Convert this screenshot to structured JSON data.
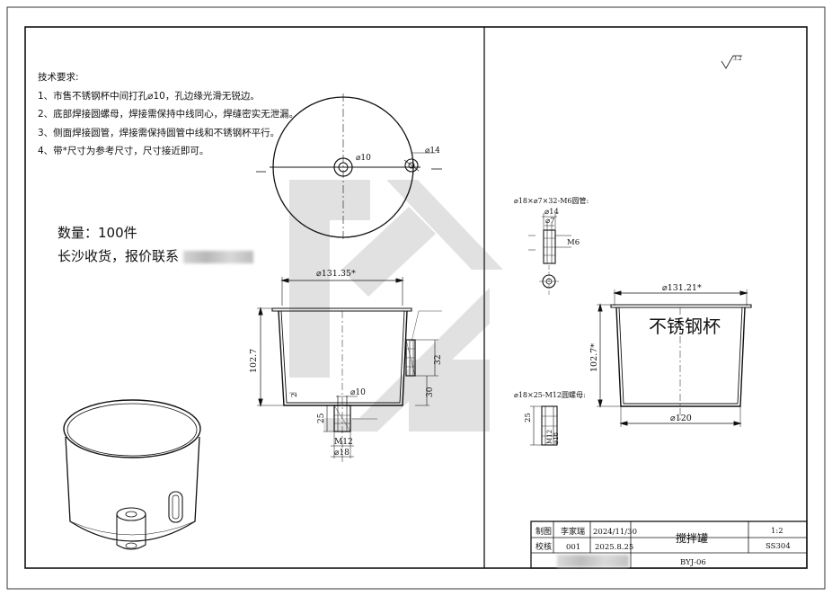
{
  "notes": {
    "title": "技术要求:",
    "items": [
      "1、市售不锈钢杯中间打孔⌀10，孔边缘光滑无锐边。",
      "2、底部焊接圆螺母，焊接需保持中线同心，焊缝密实无泄漏。",
      "3、侧面焊接圆管，焊接需保持圆管中线和不锈钢杯平行。",
      "4、带*尺寸为参考尺寸，尺寸接近即可。"
    ]
  },
  "order": {
    "quantity": "数量：100件",
    "contact": "长沙收货，报价联系"
  },
  "top_view": {
    "hole_dia": "⌀10",
    "side_tube_dia": "⌀14"
  },
  "front_view": {
    "outer_dia": "⌀131.35*",
    "height": "102.7",
    "tube_height": "32",
    "tube_offset": "30",
    "wall": "2",
    "hole_dia": "⌀10",
    "nut_height": "25",
    "thread": "M12",
    "nut_dia": "⌀18"
  },
  "tube_detail": {
    "title": "⌀18×⌀7×32-M6圆管:",
    "outer": "⌀14",
    "inner": "⌀7",
    "thread": "M6"
  },
  "nut_detail": {
    "title": "⌀18×25-M12圆螺母:",
    "height": "25",
    "thread": "M12",
    "dia": "⌀18"
  },
  "cup_view": {
    "label": "不锈钢杯",
    "top_dia": "⌀131.21*",
    "height": "102.7*",
    "bottom_dia": "⌀120"
  },
  "title_block": {
    "drawn_label": "制图",
    "drawn_by": "李家瑞",
    "drawn_date": "2024/11/30",
    "check_label": "校核",
    "check_by": "001",
    "check_date": "2025.8.25",
    "part_name": "搅拌罐",
    "scale": "1:2",
    "material": "SS304",
    "drawing_no": "BYJ-06"
  },
  "roughness": "3.2"
}
